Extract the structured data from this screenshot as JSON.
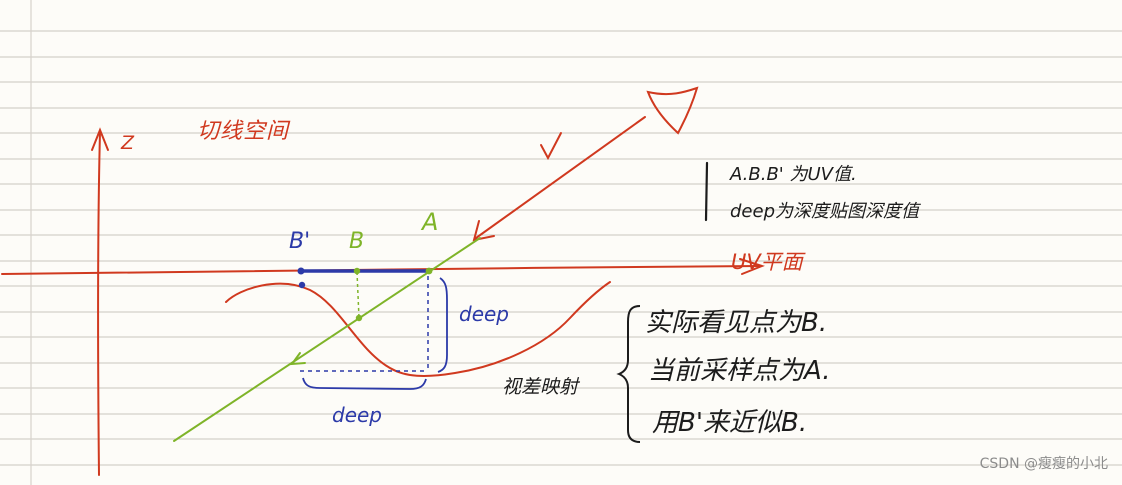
{
  "labels": {
    "z_axis": "Z",
    "space_title": "切线空间",
    "view_vector": "V",
    "point_b_prime": "B'",
    "point_b": "B",
    "point_a": "A",
    "uv_plane": "UV平面",
    "deep_vertical": "deep",
    "deep_horizontal": "deep",
    "parallax_mapping": "视差映射"
  },
  "notes": {
    "top": [
      "A.B.B' 为UV值.",
      "deep为深度贴图深度值"
    ],
    "bottom": [
      "实际看见点为B.",
      "当前采样点为A.",
      "用B'来近似B."
    ]
  },
  "watermark": "CSDN @瘦瘦的小北",
  "colors": {
    "paper": "#fdfcf8",
    "rule_line": "#c9c6be",
    "margin_line": "#d7d3cb",
    "red": "#d0391f",
    "green": "#7fb429",
    "blue": "#2c3aa8",
    "ink": "#1c1c1c"
  }
}
